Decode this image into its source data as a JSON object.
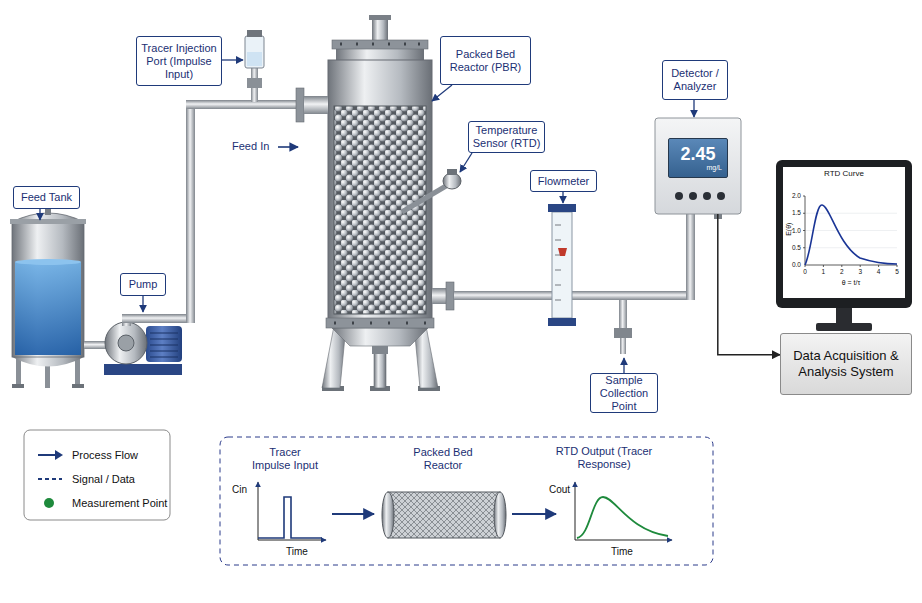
{
  "diagram": {
    "nodes": [
      {
        "text": [
          "Feed Tank"
        ]
      },
      {
        "text": [
          "Pump"
        ]
      },
      {
        "text": [
          "Tracer Injection Port (Impulse Input)"
        ]
      },
      {
        "text": [
          "Packed Bed Reactor (PBR)"
        ]
      },
      {
        "text": [
          "Temperature Sensor (RTD)"
        ]
      },
      {
        "text": [
          "Flowmeter"
        ]
      },
      {
        "text": [
          "Detector / Analyzer"
        ]
      },
      {
        "text": [
          "2.45",
          "mg/L"
        ]
      },
      {
        "text": [
          "Sample Collection Point"
        ]
      },
      {
        "text": [
          "RTD Curve"
        ]
      },
      {
        "text": [
          "Data Acquisition & Analysis System"
        ]
      }
    ],
    "edges": [
      {
        "from": 7,
        "to": 10,
        "arrow": "to"
      }
    ],
    "labels": [
      "Feed In",
      "E(θ)",
      "θ = t/τ",
      "2.0",
      "1.5",
      "1.0",
      "0.5",
      "0.0",
      "0",
      "1",
      "2",
      "3",
      "4",
      "5",
      "Tracer Impulse Input",
      "Packed Bed Reactor",
      "RTD Output (Tracer Response)",
      "Cin",
      "Time",
      "Cout",
      "Time"
    ],
    "legend": [
      {
        "text": "Process Flow"
      },
      {
        "text": "Signal / Data"
      },
      {
        "text": "Measurement Point",
        "color": "#1e8a3c"
      }
    ]
  }
}
